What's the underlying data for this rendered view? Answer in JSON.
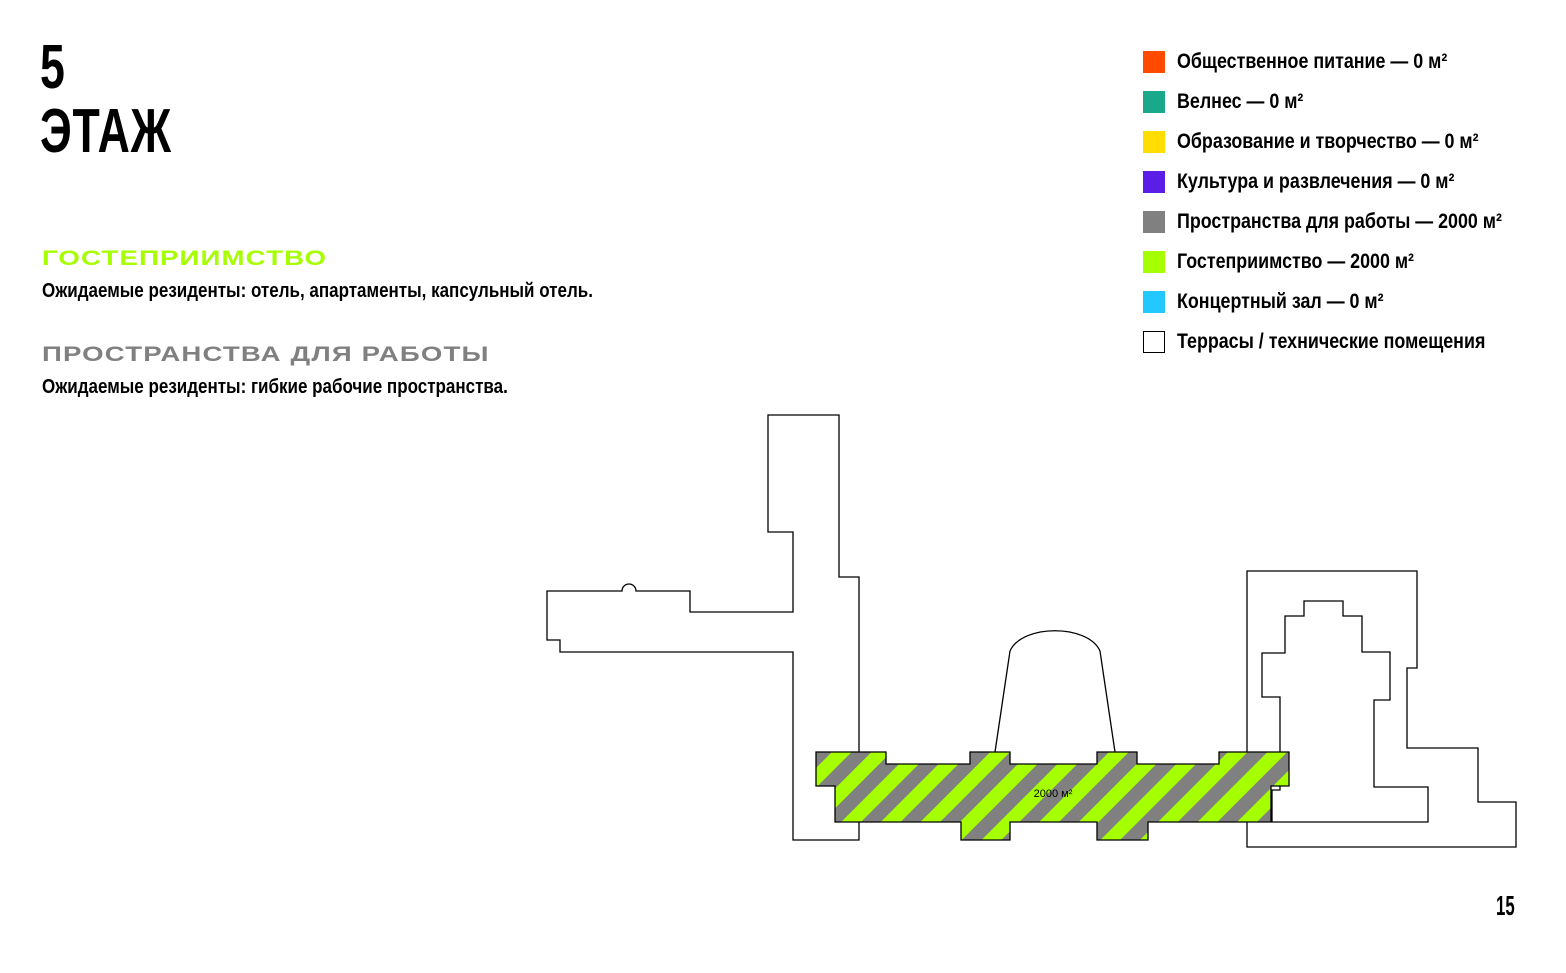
{
  "floor": {
    "number": "5",
    "word": "ЭТАЖ"
  },
  "sections": {
    "hospitality": {
      "heading": "ГОСТЕПРИИМСТВО",
      "description": "Ожидаемые резиденты: отель, апартаменты, капсульный отель.",
      "color": "#a6ff00"
    },
    "work": {
      "heading": "ПРОСТРАНСТВА ДЛЯ РАБОТЫ",
      "description": "Ожидаемые резиденты: гибкие рабочие пространства.",
      "color": "#808080"
    }
  },
  "legend": [
    {
      "label": "Общественное питание — 0 м²",
      "color": "#ff4a00"
    },
    {
      "label": "Велнес — 0 м²",
      "color": "#1aa88a"
    },
    {
      "label": "Образование и творчество — 0 м²",
      "color": "#ffdd00"
    },
    {
      "label": "Культура и развлечения — 0 м²",
      "color": "#5b1ee6"
    },
    {
      "label": "Пространства для работы — 2000 м²",
      "color": "#808080"
    },
    {
      "label": "Гостеприимство — 2000 м²",
      "color": "#a6ff00"
    },
    {
      "label": "Концертный зал — 0 м²",
      "color": "#22c8ff"
    },
    {
      "label": "Террасы / технические помещения",
      "color": "#ffffff"
    }
  ],
  "plan": {
    "area_label": "2000 м²"
  },
  "page_number": "15"
}
